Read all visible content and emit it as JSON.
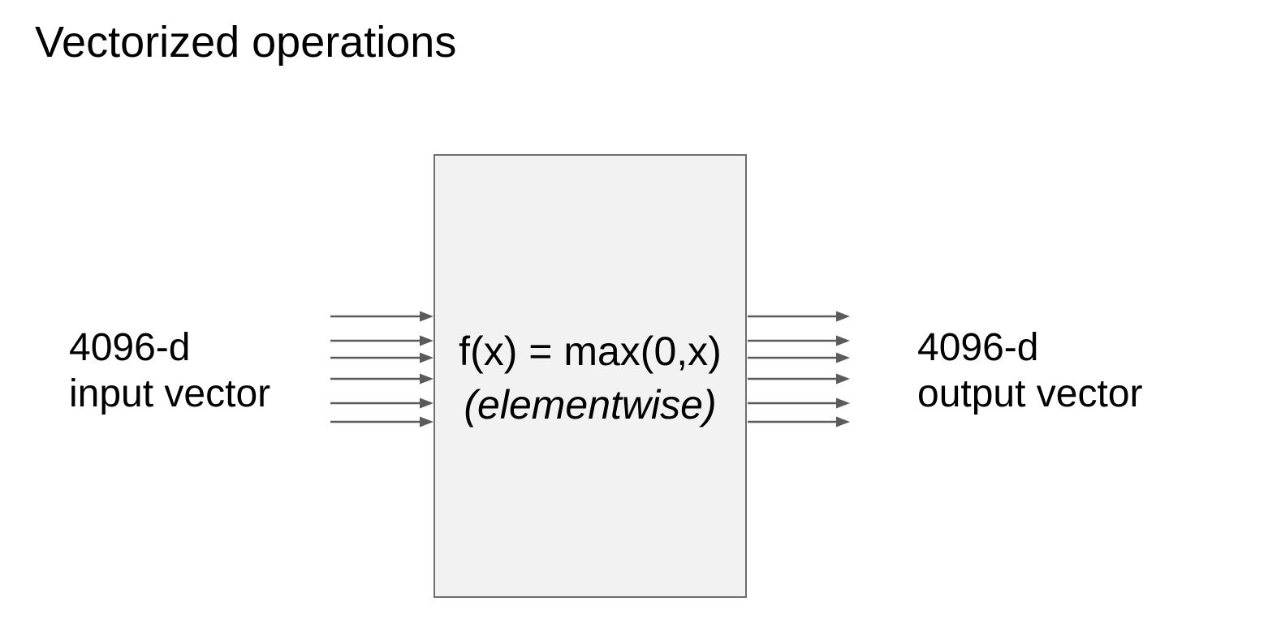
{
  "slide": {
    "title": "Vectorized operations",
    "background_color": "#ffffff",
    "text_color": "#000000"
  },
  "op_box": {
    "formula": "f(x) = max(0,x)",
    "note": "(elementwise)",
    "fill_color": "#f2f2f2",
    "border_color": "#6e6e6e"
  },
  "input_label": {
    "line1": "4096-d",
    "line2": "input vector"
  },
  "output_label": {
    "line1": "4096-d",
    "line2": "output vector"
  },
  "arrows": {
    "color": "#5b5b5b",
    "stroke_width": 2.5,
    "head_length": 17,
    "head_half_width": 6.5,
    "y_positions": [
      390,
      420,
      441,
      467,
      497,
      520
    ],
    "input_x_start": 407,
    "input_x_end": 534,
    "output_x_start": 921,
    "output_x_end": 1047,
    "count_in": 6,
    "count_out": 6
  }
}
